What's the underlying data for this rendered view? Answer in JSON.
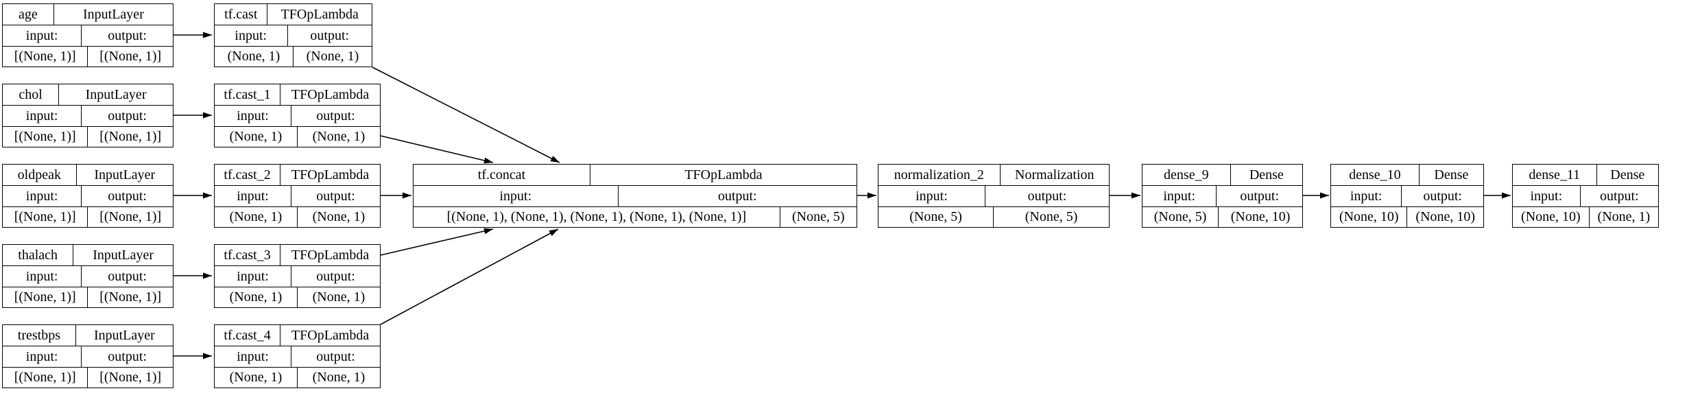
{
  "diagram": {
    "kind": "keras-model-architecture-graph",
    "background_color": "#ffffff",
    "node_border_color": "#000000",
    "edge_color": "#000000",
    "text_color": "#000000",
    "nodes": [
      {
        "id": "age",
        "name": "age",
        "class_name": "InputLayer",
        "input_label": "input:",
        "output_label": "output:",
        "input_shape": "[(None, 1)]",
        "output_shape": "[(None, 1)]"
      },
      {
        "id": "tf.cast",
        "name": "tf.cast",
        "class_name": "TFOpLambda",
        "input_label": "input:",
        "output_label": "output:",
        "input_shape": "(None, 1)",
        "output_shape": "(None, 1)"
      },
      {
        "id": "chol",
        "name": "chol",
        "class_name": "InputLayer",
        "input_label": "input:",
        "output_label": "output:",
        "input_shape": "[(None, 1)]",
        "output_shape": "[(None, 1)]"
      },
      {
        "id": "tf.cast_1",
        "name": "tf.cast_1",
        "class_name": "TFOpLambda",
        "input_label": "input:",
        "output_label": "output:",
        "input_shape": "(None, 1)",
        "output_shape": "(None, 1)"
      },
      {
        "id": "oldpeak",
        "name": "oldpeak",
        "class_name": "InputLayer",
        "input_label": "input:",
        "output_label": "output:",
        "input_shape": "[(None, 1)]",
        "output_shape": "[(None, 1)]"
      },
      {
        "id": "tf.cast_2",
        "name": "tf.cast_2",
        "class_name": "TFOpLambda",
        "input_label": "input:",
        "output_label": "output:",
        "input_shape": "(None, 1)",
        "output_shape": "(None, 1)"
      },
      {
        "id": "thalach",
        "name": "thalach",
        "class_name": "InputLayer",
        "input_label": "input:",
        "output_label": "output:",
        "input_shape": "[(None, 1)]",
        "output_shape": "[(None, 1)]"
      },
      {
        "id": "tf.cast_3",
        "name": "tf.cast_3",
        "class_name": "TFOpLambda",
        "input_label": "input:",
        "output_label": "output:",
        "input_shape": "(None, 1)",
        "output_shape": "(None, 1)"
      },
      {
        "id": "trestbps",
        "name": "trestbps",
        "class_name": "InputLayer",
        "input_label": "input:",
        "output_label": "output:",
        "input_shape": "[(None, 1)]",
        "output_shape": "[(None, 1)]"
      },
      {
        "id": "tf.cast_4",
        "name": "tf.cast_4",
        "class_name": "TFOpLambda",
        "input_label": "input:",
        "output_label": "output:",
        "input_shape": "(None, 1)",
        "output_shape": "(None, 1)"
      },
      {
        "id": "tf.concat",
        "name": "tf.concat",
        "class_name": "TFOpLambda",
        "input_label": "input:",
        "output_label": "output:",
        "input_shape": "[(None, 1), (None, 1), (None, 1), (None, 1), (None, 1)]",
        "output_shape": "(None, 5)"
      },
      {
        "id": "normalization_2",
        "name": "normalization_2",
        "class_name": "Normalization",
        "input_label": "input:",
        "output_label": "output:",
        "input_shape": "(None, 5)",
        "output_shape": "(None, 5)"
      },
      {
        "id": "dense_9",
        "name": "dense_9",
        "class_name": "Dense",
        "input_label": "input:",
        "output_label": "output:",
        "input_shape": "(None, 5)",
        "output_shape": "(None, 10)"
      },
      {
        "id": "dense_10",
        "name": "dense_10",
        "class_name": "Dense",
        "input_label": "input:",
        "output_label": "output:",
        "input_shape": "(None, 10)",
        "output_shape": "(None, 10)"
      },
      {
        "id": "dense_11",
        "name": "dense_11",
        "class_name": "Dense",
        "input_label": "input:",
        "output_label": "output:",
        "input_shape": "(None, 10)",
        "output_shape": "(None, 1)"
      }
    ],
    "edges": [
      {
        "from": "age",
        "to": "tf.cast"
      },
      {
        "from": "chol",
        "to": "tf.cast_1"
      },
      {
        "from": "oldpeak",
        "to": "tf.cast_2"
      },
      {
        "from": "thalach",
        "to": "tf.cast_3"
      },
      {
        "from": "trestbps",
        "to": "tf.cast_4"
      },
      {
        "from": "tf.cast",
        "to": "tf.concat"
      },
      {
        "from": "tf.cast_1",
        "to": "tf.concat"
      },
      {
        "from": "tf.cast_2",
        "to": "tf.concat"
      },
      {
        "from": "tf.cast_3",
        "to": "tf.concat"
      },
      {
        "from": "tf.cast_4",
        "to": "tf.concat"
      },
      {
        "from": "tf.concat",
        "to": "normalization_2"
      },
      {
        "from": "normalization_2",
        "to": "dense_9"
      },
      {
        "from": "dense_9",
        "to": "dense_10"
      },
      {
        "from": "dense_10",
        "to": "dense_11"
      }
    ]
  }
}
